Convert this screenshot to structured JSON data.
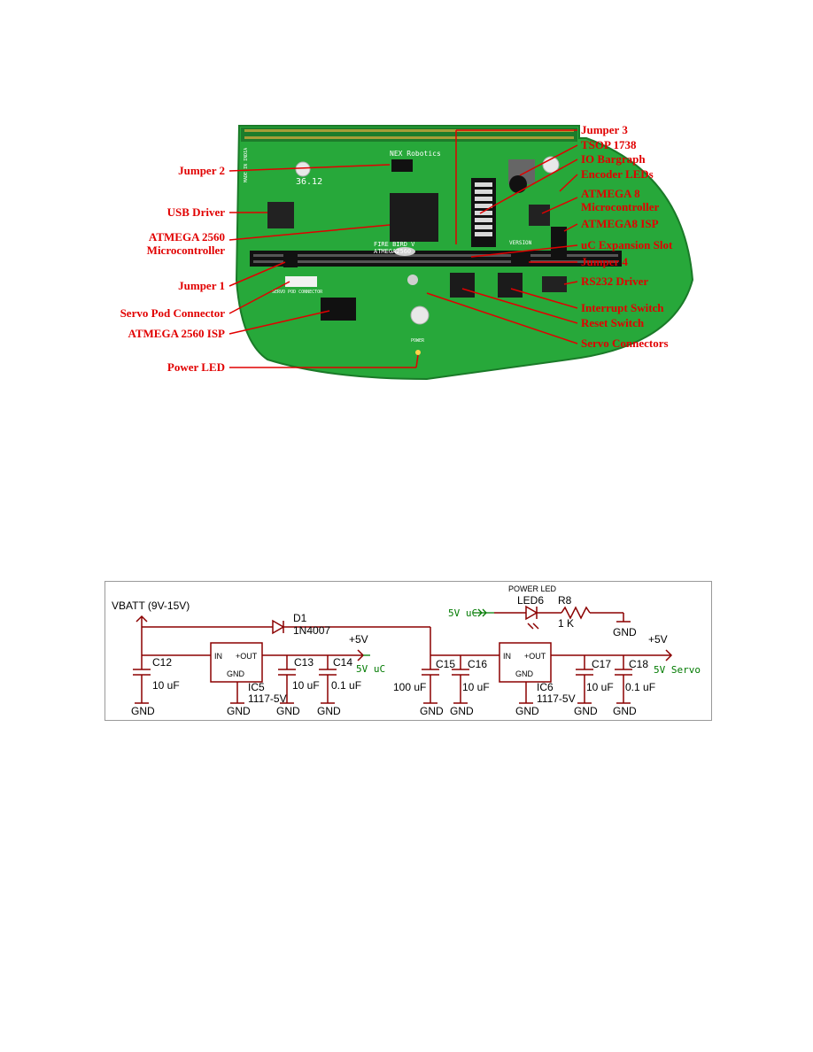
{
  "board_figure": {
    "board_print": {
      "brand": "NEX Robotics",
      "model": "FIRE BIRD V",
      "chip": "ATMEGA2560",
      "made_in": "MADE IN INDIA",
      "display": "36.12",
      "version": "VERSION",
      "servo_pod": "SERVO POD CONNECTOR",
      "power": "POWER"
    },
    "left_labels": {
      "jumper2": "Jumper 2",
      "usb_driver": "USB Driver",
      "atmega2560_l1": "ATMEGA 2560",
      "atmega2560_l2": "Microcontroller",
      "jumper1": "Jumper 1",
      "servo_pod": "Servo Pod Connector",
      "atmega2560_isp": "ATMEGA 2560 ISP",
      "power_led": "Power LED"
    },
    "right_labels": {
      "jumper3": "Jumper 3",
      "tsop": "TSOP 1738",
      "io_bargraph": "IO Bargraph",
      "encoder_leds": "Encoder LEDs",
      "atmega8_l1": "ATMEGA 8",
      "atmega8_l2": "Microcontroller",
      "atmega8_isp": "ATMEGA8 ISP",
      "uc_slot": "uC Expansion Slot",
      "jumper4": "Jumper 4",
      "rs232": "RS232 Driver",
      "interrupt": "Interrupt Switch",
      "reset": "Reset Switch",
      "servo_connectors": "Servo Connectors"
    }
  },
  "schematic": {
    "vbatt": "VBATT (9V-15V)",
    "d1": "D1",
    "d1_part": "1N4007",
    "plus5v_left": "+5V",
    "plus5v_right": "+5V",
    "net_5v_uc": "5V uC",
    "net_5v_uc_in": "5V uC",
    "net_5v_servo": "5V Servo",
    "power_led": "POWER LED",
    "led6": "LED6",
    "r8": "R8",
    "r8_val": "1 K",
    "reg_in": "IN",
    "reg_out": "+OUT",
    "reg_gnd": "GND",
    "ic5": "IC5",
    "ic5_part": "1117-5V",
    "ic6": "IC6",
    "ic6_part": "1117-5V",
    "c12": "C12",
    "c12_val": "10 uF",
    "c13": "C13",
    "c13_val": "10 uF",
    "c14": "C14",
    "c14_val": "0.1 uF",
    "c15": "C15",
    "c15_val": "100 uF",
    "c16": "C16",
    "c16_val": "10 uF",
    "c17": "C17",
    "c17_val": "10 uF",
    "c18": "C18",
    "c18_val": "0.1 uF",
    "gnd": "GND"
  }
}
